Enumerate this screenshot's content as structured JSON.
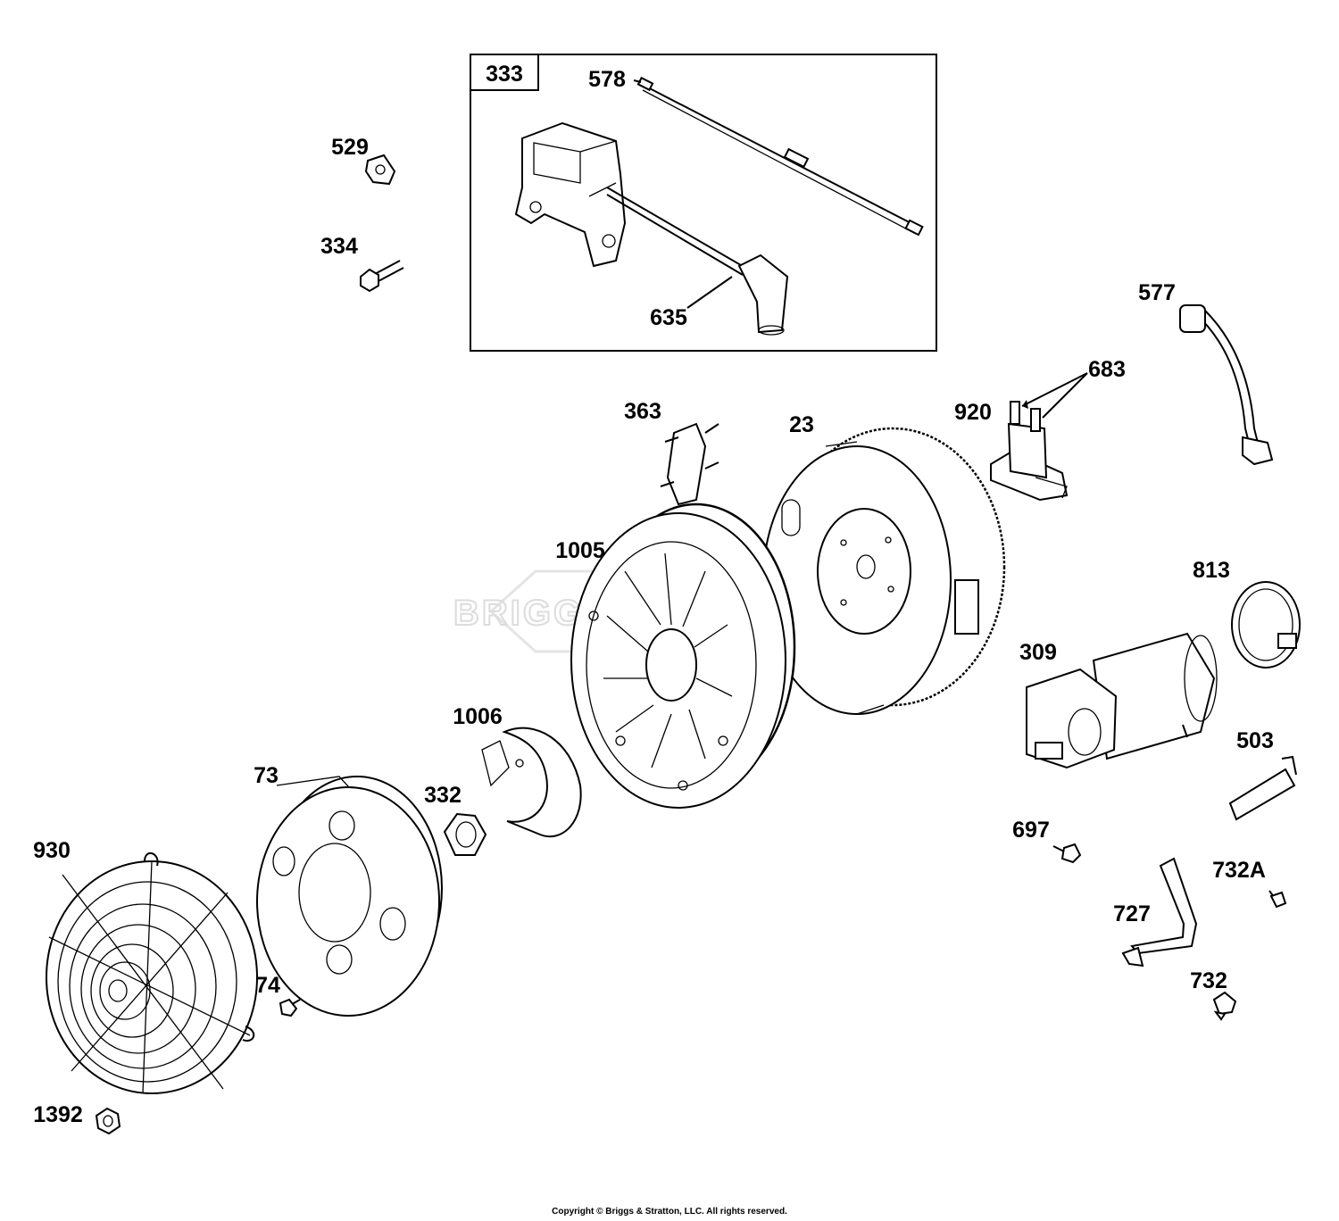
{
  "inset_label": "333",
  "watermark": "BRIGGS & STRATTON",
  "labels": {
    "l578": "578",
    "l529": "529",
    "l334": "334",
    "l635": "635",
    "l577": "577",
    "l683": "683",
    "l920": "920",
    "l363": "363",
    "l23": "23",
    "l1005": "1005",
    "l813": "813",
    "l309": "309",
    "l1006": "1006",
    "l503": "503",
    "l73": "73",
    "l332": "332",
    "l697": "697",
    "l930": "930",
    "l732A": "732A",
    "l727": "727",
    "l74": "74",
    "l732": "732",
    "l1392": "1392"
  },
  "copyright": "Copyright © Briggs & Stratton, LLC. All rights reserved."
}
